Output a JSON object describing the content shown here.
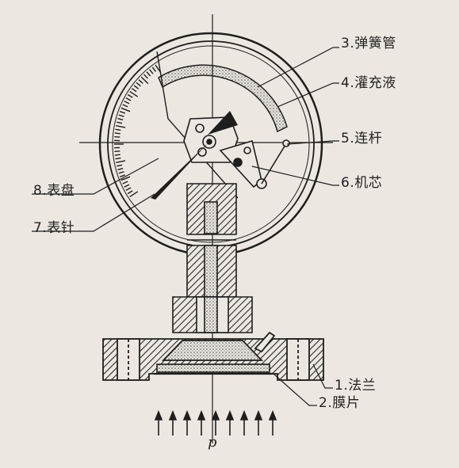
{
  "labels": {
    "l1": "1.法兰",
    "l2": "2.膜片",
    "l3": "3.弹簧管",
    "l4": "4.灌充液",
    "l5": "5.连杆",
    "l6": "6.机芯",
    "l7": "7.表针",
    "l8": "8.表盘"
  },
  "pressure_symbol": "p",
  "colors": {
    "line": "#1e1e1e",
    "background": "#ece8e1",
    "hatch": "#2a2a2a"
  }
}
